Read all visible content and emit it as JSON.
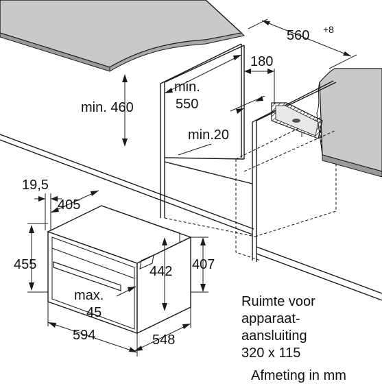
{
  "dimensions": {
    "width_560": "560",
    "width_560_tolerance": "+8",
    "depth_180": "180",
    "min_460": "min. 460",
    "min_550_line1": "min.",
    "min_550_line2": "550",
    "min_20": "min.20",
    "d_19_5": "19,5",
    "d_405": "405",
    "d_455": "455",
    "d_442": "442",
    "d_407": "407",
    "max_45_line1": "max.",
    "max_45_line2": "45",
    "d_594": "594",
    "d_548": "548"
  },
  "notes": {
    "space_line1": "Ruimte voor",
    "space_line2": "apparaat-",
    "space_line3": "aansluiting",
    "space_line4": "320 x 115",
    "unit_note": "Afmeting in mm"
  }
}
